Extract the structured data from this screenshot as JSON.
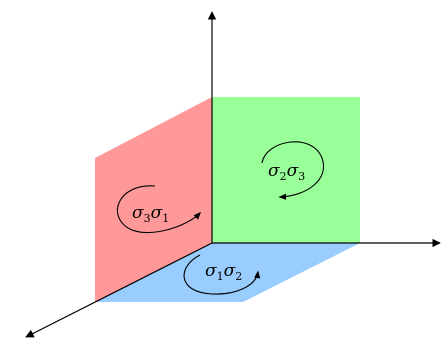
{
  "planes": [
    {
      "id": "sigma3-sigma1",
      "color": "#ff9999",
      "label": {
        "first": "σ",
        "first_sub": "3",
        "second": "σ",
        "second_sub": "1"
      }
    },
    {
      "id": "sigma2-sigma3",
      "color": "#99ff99",
      "label": {
        "first": "σ",
        "first_sub": "2",
        "second": "σ",
        "second_sub": "3"
      }
    },
    {
      "id": "sigma1-sigma2",
      "color": "#99ccff",
      "label": {
        "first": "σ",
        "first_sub": "1",
        "second": "σ",
        "second_sub": "2"
      }
    }
  ],
  "axis_color": "#000000"
}
